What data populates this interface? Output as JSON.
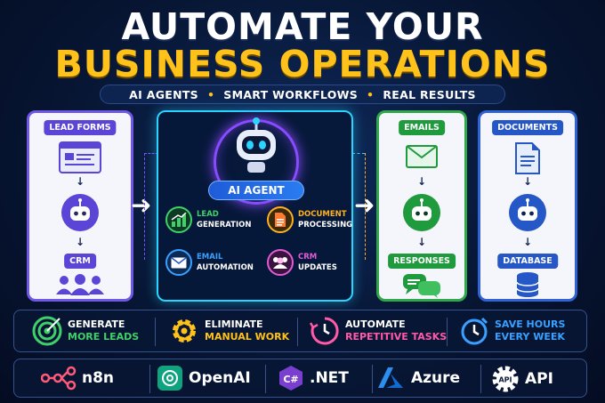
{
  "title_line1": "AUTOMATE YOUR",
  "title_line2": "BUSINESS OPERATIONS",
  "tagline": [
    "AI AGENTS",
    "SMART WORKFLOWS",
    "REAL RESULTS"
  ],
  "tagline_sep": "•",
  "arrow": "↓",
  "lead_panel": {
    "top": "LEAD FORMS",
    "bottom": "CRM"
  },
  "ai_panel": {
    "label": "AI AGENT",
    "features": [
      {
        "line1": "LEAD",
        "line2": "GENERATION",
        "color": "#3fd06a"
      },
      {
        "line1": "DOCUMENT",
        "line2": "PROCESSING",
        "color": "#ffb020"
      },
      {
        "line1": "EMAIL",
        "line2": "AUTOMATION",
        "color": "#3aa0ff"
      },
      {
        "line1": "CRM",
        "line2": "UPDATES",
        "color": "#e25bd6"
      }
    ]
  },
  "email_panel": {
    "top": "EMAILS",
    "bottom": "RESPONSES"
  },
  "docs_panel": {
    "top": "DOCUMENTS",
    "bottom": "DATABASE"
  },
  "benefits": [
    {
      "line1": "GENERATE",
      "line2": "MORE LEADS",
      "color": "#3fd06a",
      "icon": "target-icon"
    },
    {
      "line1": "ELIMINATE",
      "line2": "MANUAL WORK",
      "color": "#ffc21a",
      "icon": "gear-icon"
    },
    {
      "line1": "AUTOMATE",
      "line2": "REPETITIVE TASKS",
      "color": "#ff5aa8",
      "icon": "clock-icon"
    },
    {
      "line1": "SAVE HOURS",
      "line2": "EVERY WEEK",
      "color": "#3aa0ff",
      "icon": "timer-icon"
    }
  ],
  "tech": [
    {
      "label": "n8n",
      "icon": "n8n-logo"
    },
    {
      "label": "OpenAI",
      "icon": "openai-logo"
    },
    {
      "label": ".NET",
      "icon": "csharp-logo"
    },
    {
      "label": "Azure",
      "icon": "azure-logo"
    },
    {
      "label": "API",
      "icon": "api-gear-icon"
    }
  ],
  "api_badge": "API",
  "csharp_badge": "C#",
  "colors": {
    "accent_yellow": "#ffc21a",
    "purple": "#5b45d6",
    "green": "#1f9a3d",
    "blue": "#2557c6",
    "cyan": "#2bd3ff"
  }
}
